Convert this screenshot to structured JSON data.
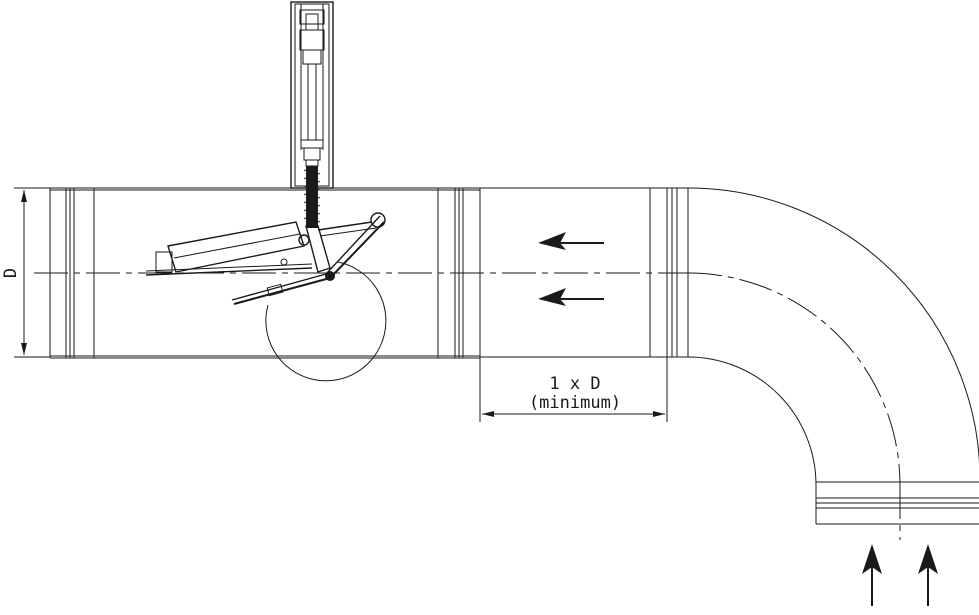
{
  "labels": {
    "diameter": "D",
    "distance": "1 x D",
    "distance_note": "(minimum)"
  },
  "colors": {
    "line": "#1a1a1a",
    "background": "#ffffff"
  },
  "icons": {
    "flow_arrow": "arrow-left-icon",
    "inlet_arrow": "arrow-up-icon"
  }
}
